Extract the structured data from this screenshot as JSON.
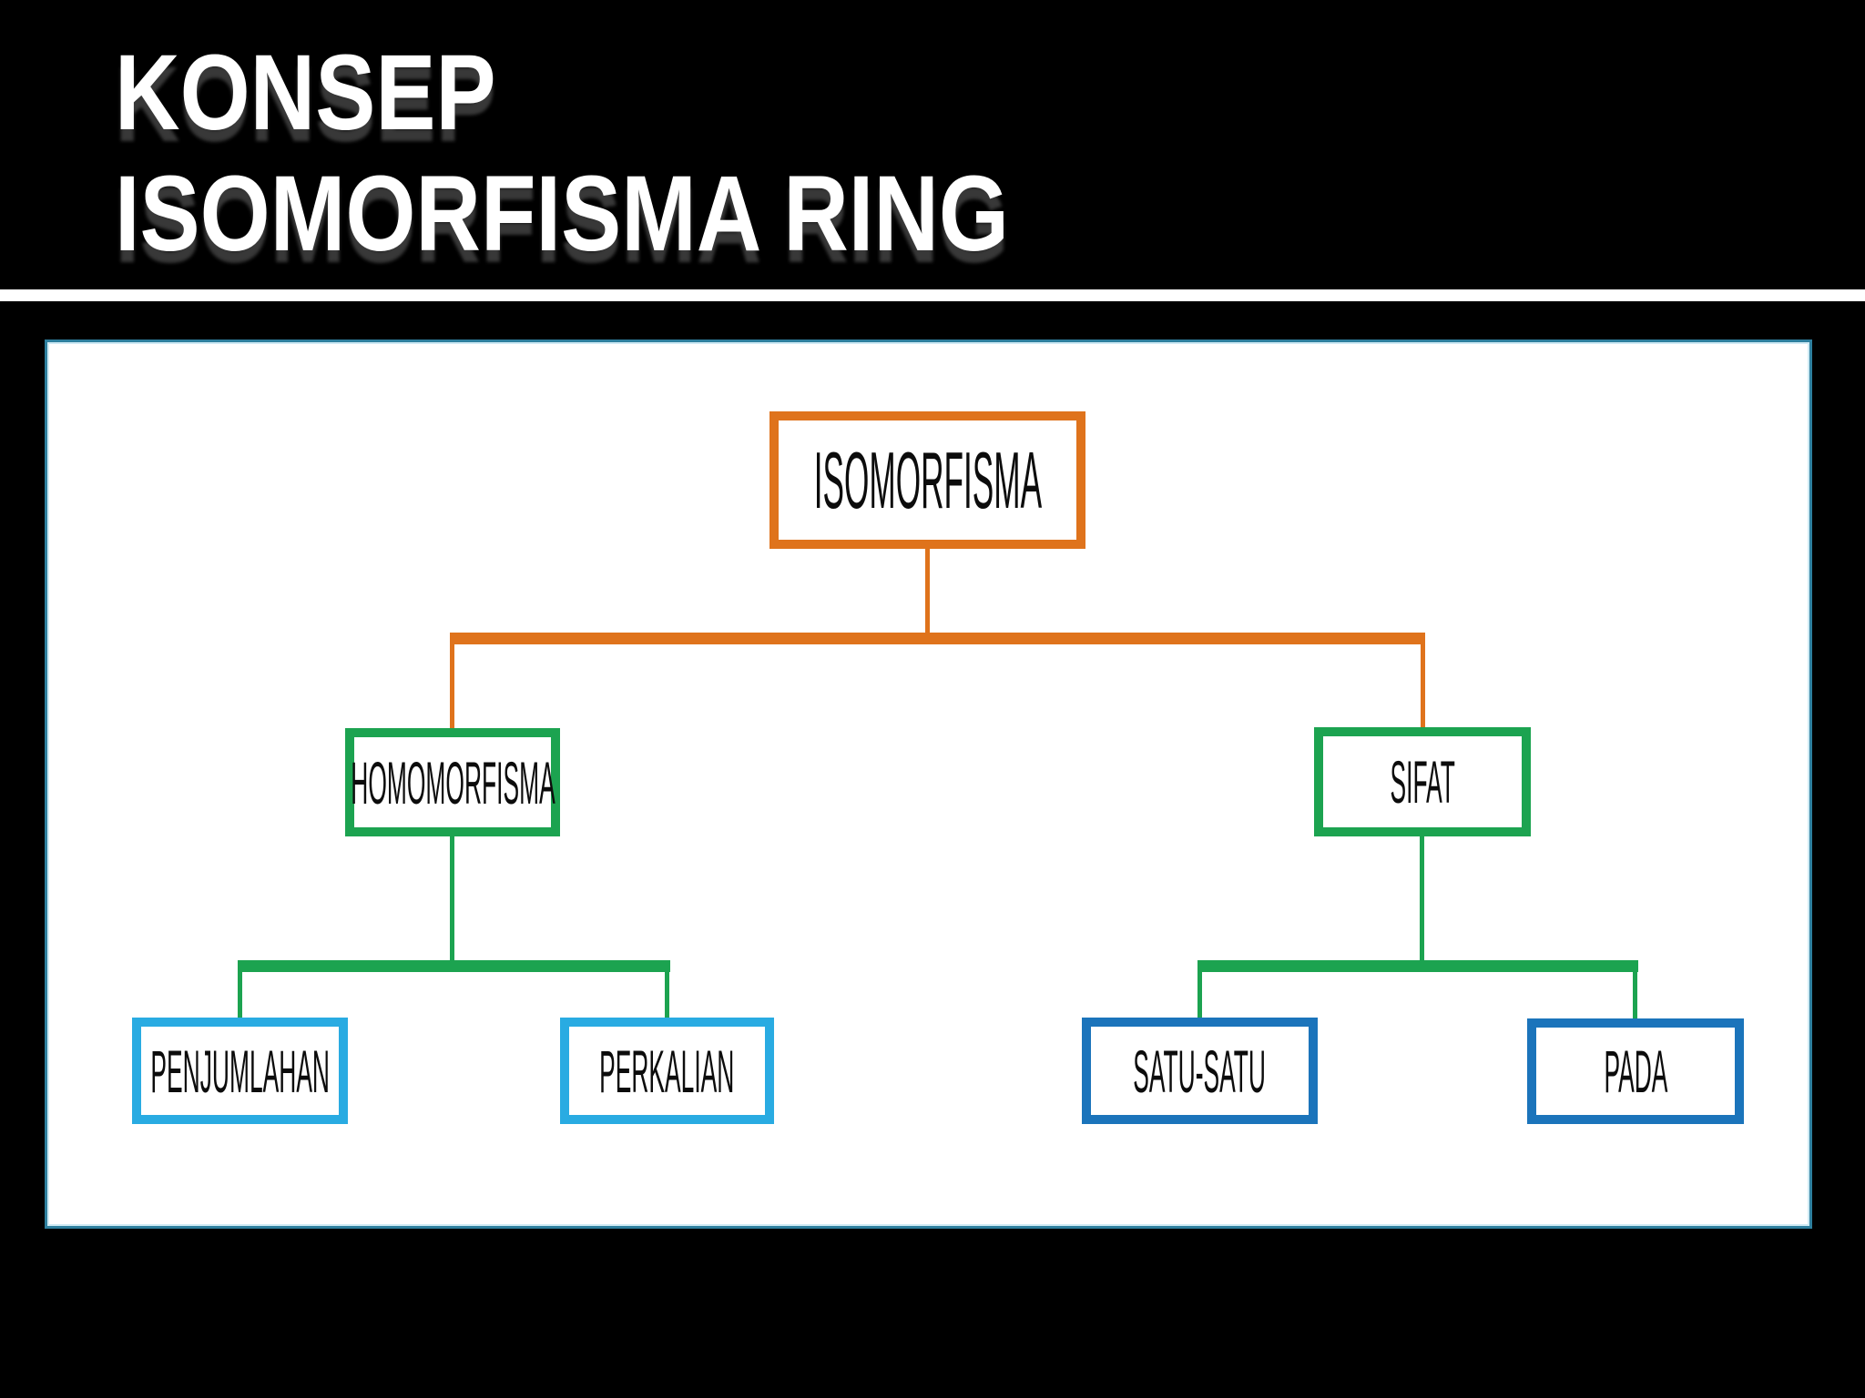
{
  "slide": {
    "title": {
      "line1": "KONSEP",
      "line2": "ISOMORFISMA RING"
    },
    "background_color": "#000000",
    "separator_color": "#FFFFFF",
    "title_color": "#FFFFFF"
  },
  "diagram": {
    "panel_background": "#FFFFFF",
    "panel_border_color": "#2E7F9E",
    "colors": {
      "orange": "#DF731C",
      "green": "#1CA350",
      "light_blue": "#29ABE2",
      "dark_blue": "#1B74BB"
    },
    "nodes": {
      "isomorfisma": {
        "label": "ISOMORFISMA",
        "level": 1,
        "border_color": "#DF731C"
      },
      "homomorfisma": {
        "label": "HOMOMORFISMA",
        "level": 2,
        "border_color": "#1CA350"
      },
      "sifat": {
        "label": "SIFAT",
        "level": 2,
        "border_color": "#1CA350"
      },
      "penjumlahan": {
        "label": "PENJUMLAHAN",
        "level": 3,
        "border_color": "#29ABE2"
      },
      "perkalian": {
        "label": "PERKALIAN",
        "level": 3,
        "border_color": "#29ABE2"
      },
      "satu_satu": {
        "label": "SATU-SATU",
        "level": 3,
        "border_color": "#1B74BB"
      },
      "pada": {
        "label": "PADA",
        "level": 3,
        "border_color": "#1B74BB"
      }
    },
    "edges": [
      {
        "from": "ISOMORFISMA",
        "to": "HOMOMORFISMA",
        "color": "#DF731C"
      },
      {
        "from": "ISOMORFISMA",
        "to": "SIFAT",
        "color": "#DF731C"
      },
      {
        "from": "HOMOMORFISMA",
        "to": "PENJUMLAHAN",
        "color": "#1CA350"
      },
      {
        "from": "HOMOMORFISMA",
        "to": "PERKALIAN",
        "color": "#1CA350"
      },
      {
        "from": "SIFAT",
        "to": "SATU-SATU",
        "color": "#1CA350"
      },
      {
        "from": "SIFAT",
        "to": "PADA",
        "color": "#1CA350"
      }
    ]
  }
}
